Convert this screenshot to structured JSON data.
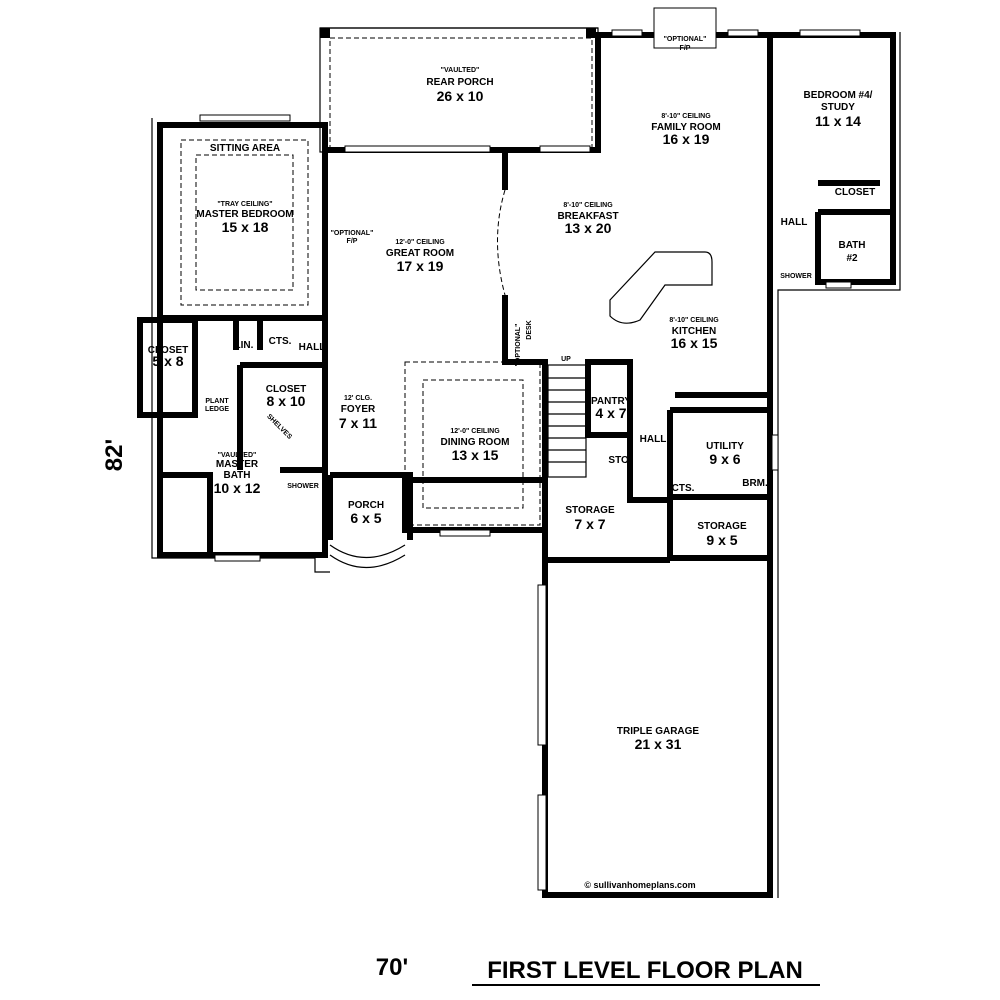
{
  "title": "FIRST LEVEL FLOOR PLAN",
  "dimensions": {
    "width": "70'",
    "depth": "82'"
  },
  "copyright": "© sullivanhomeplans.com",
  "rooms": {
    "rear_porch": {
      "note": "\"VAULTED\"",
      "name": "REAR PORCH",
      "size": "26 x 10"
    },
    "family_room": {
      "note": "8'-10\" CEILING",
      "name": "FAMILY ROOM",
      "size": "16 x 19"
    },
    "fireplace_top": {
      "name": "\"OPTIONAL\"",
      "sub": "F/P"
    },
    "bedroom4": {
      "name": "BEDROOM #4/",
      "name2": "STUDY",
      "size": "11 x 14"
    },
    "closet_b4": {
      "name": "CLOSET"
    },
    "hall_b4": {
      "name": "HALL"
    },
    "bath2": {
      "name": "BATH",
      "name2": "#2"
    },
    "shower_b2": {
      "name": "SHOWER"
    },
    "sitting_area": {
      "name": "SITTING AREA"
    },
    "master_bedroom": {
      "note": "\"TRAY CEILING\"",
      "name": "MASTER BEDROOM",
      "size": "15 x 18"
    },
    "fireplace_gr": {
      "name": "\"OPTIONAL\"",
      "sub": "F/P"
    },
    "great_room": {
      "note": "12'-0\" CEILING",
      "name": "GREAT ROOM",
      "size": "17 x 19"
    },
    "breakfast": {
      "note": "8'-10\" CEILING",
      "name": "BREAKFAST",
      "size": "13 x 20"
    },
    "desk": {
      "name": "\"OPTIONAL\"",
      "sub": "DESK"
    },
    "kitchen": {
      "note": "8'-10\" CEILING",
      "name": "KITCHEN",
      "size": "16 x 15"
    },
    "closet_58": {
      "name": "CLOSET",
      "size": "5 x 8"
    },
    "lin": {
      "name": "LIN."
    },
    "cts1": {
      "name": "CTS."
    },
    "hall1": {
      "name": "HALL"
    },
    "closet_810": {
      "name": "CLOSET",
      "size": "8 x 10"
    },
    "plant_ledge": {
      "name": "PLANT",
      "name2": "LEDGE"
    },
    "shelves": {
      "name": "SHELVES"
    },
    "master_bath": {
      "note": "\"VAULTED\"",
      "name": "MASTER",
      "name2": "BATH",
      "size": "10 x 12"
    },
    "shower_mb": {
      "name": "SHOWER"
    },
    "foyer": {
      "note": "12' CLG.",
      "name": "FOYER",
      "size": "7 x 11"
    },
    "porch": {
      "name": "PORCH",
      "size": "6 x 5"
    },
    "dining_room": {
      "note": "12'-0\" CEILING",
      "name": "DINING ROOM",
      "size": "13 x 15"
    },
    "stairs": {
      "name": "UP"
    },
    "pantry": {
      "name": "PANTRY",
      "size": "4 x 7"
    },
    "sto": {
      "name": "STO."
    },
    "hall2": {
      "name": "HALL"
    },
    "utility": {
      "name": "UTILITY",
      "size": "9 x 6"
    },
    "cts2": {
      "name": "CTS."
    },
    "brm": {
      "name": "BRM."
    },
    "storage77": {
      "name": "STORAGE",
      "size": "7 x 7"
    },
    "storage95": {
      "name": "STORAGE",
      "size": "9 x 5"
    },
    "garage": {
      "name": "TRIPLE GARAGE",
      "size": "21 x 31"
    }
  }
}
